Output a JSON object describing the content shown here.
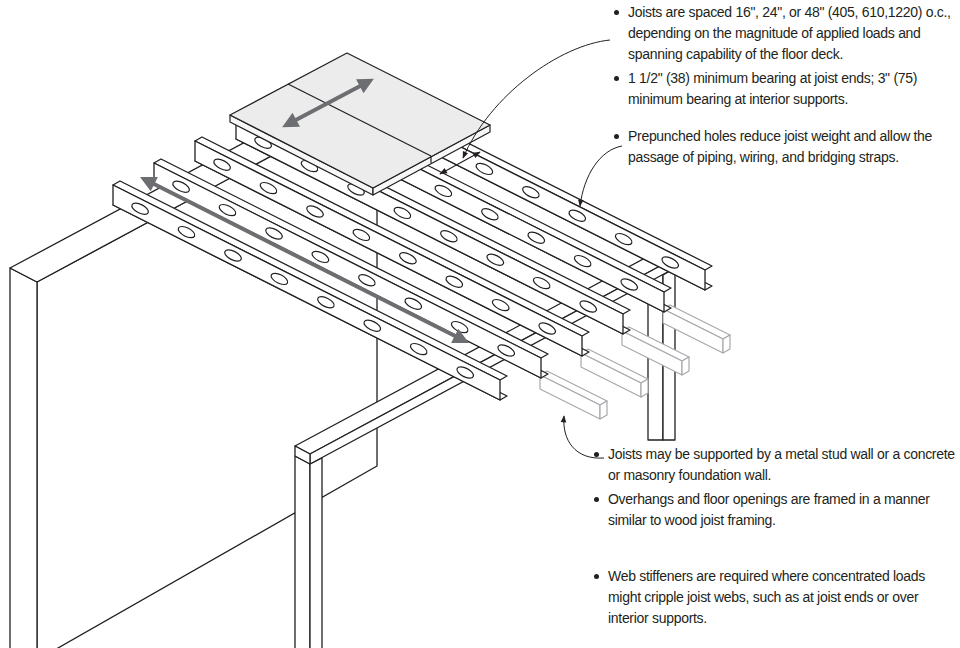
{
  "diagram": {
    "labels": [
      "Joists are spaced 16\", 24\", or 48\" (405, 610,1220) o.c., depending on the magnitude of applied loads and spanning capability of the floor deck.",
      "1 1/2\" (38) minimum bearing at joist ends; 3\" (75) minimum bearing at interior supports.",
      "Prepunched holes reduce joist weight and allow the passage of piping, wiring, and bridging straps.",
      "Joists may be supported by a metal stud wall or a concrete or masonry foundation wall.",
      "Overhangs and floor openings are framed in a manner similar to wood joist framing.",
      "Web stiffeners are required where concentrated loads might cripple joist webs, such as at joist ends or over interior supports."
    ]
  }
}
